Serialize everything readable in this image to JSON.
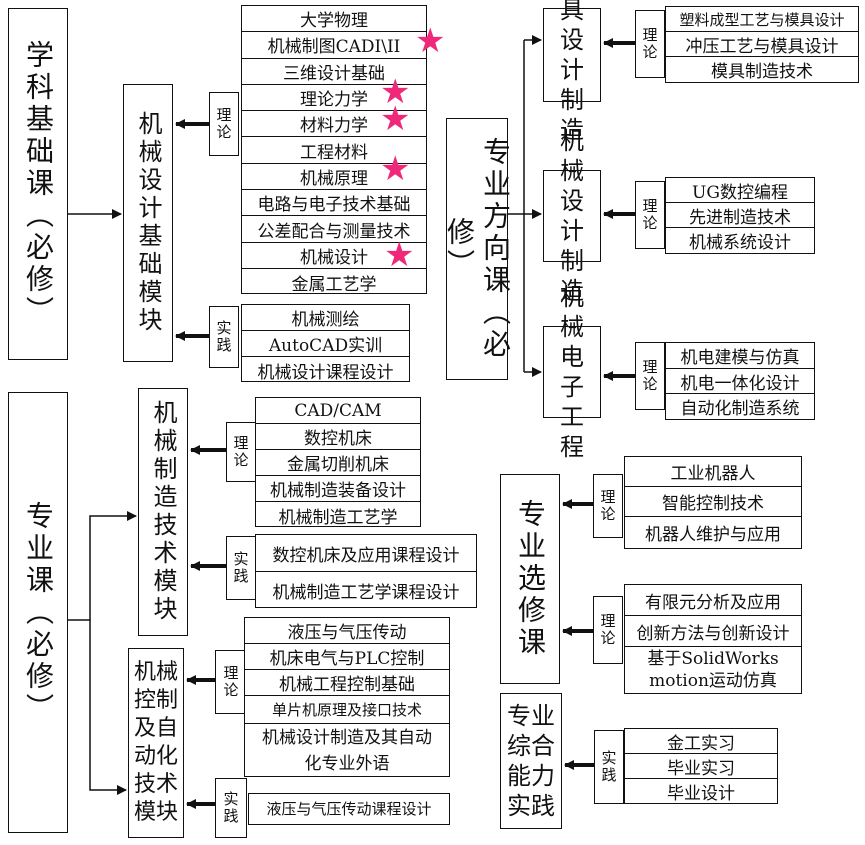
{
  "colors": {
    "line": "#111111",
    "star": "#f0287a"
  },
  "categories": {
    "basic": "学科基础课（必修）",
    "direction": "专业方向课（必修）",
    "professional": "专业课（必修）",
    "elective": "专业选修课",
    "practice": "专业综合能力实践"
  },
  "labels": {
    "theory": "理论",
    "practice": "实践"
  },
  "modules": {
    "design_base": "机械设计基础模块",
    "manufacturing": "机械制造技术模块",
    "control": "机械控制及自动化技术模块",
    "mold": "模具设计制造",
    "mech_design": "机械设计制造",
    "mechatronics": "机械电子工程"
  },
  "courses": {
    "design_base_theory": [
      "大学物理",
      "机械制图CADI\\II",
      "三维设计基础",
      "理论力学",
      "材料力学",
      "工程材料",
      "机械原理",
      "电路与电子技术基础",
      "公差配合与测量技术",
      "机械设计",
      "金属工艺学"
    ],
    "design_base_practice": [
      "机械测绘",
      "AutoCAD实训",
      "机械设计课程设计"
    ],
    "mfg_theory": [
      "CAD/CAM",
      "数控机床",
      "金属切削机床",
      "机械制造装备设计",
      "机械制造工艺学"
    ],
    "mfg_practice": [
      "数控机床及应用课程设计",
      "机械制造工艺学课程设计"
    ],
    "control_theory": [
      "液压与气压传动",
      "机床电气与PLC控制",
      "机械工程控制基础",
      "单片机原理及接口技术",
      "机械设计制造及其自动化专业外语"
    ],
    "control_practice": [
      "液压与气压传动课程设计"
    ],
    "mold_theory": [
      "塑料成型工艺与模具设计",
      "冲压工艺与模具设计",
      "模具制造技术"
    ],
    "mech_design_theory": [
      "UG数控编程",
      "先进制造技术",
      "机械系统设计"
    ],
    "mechatronics_theory": [
      "机电建模与仿真",
      "机电一体化设计",
      "自动化制造系统"
    ],
    "elective_group1": [
      "工业机器人",
      "智能控制技术",
      "机器人维护与应用"
    ],
    "elective_group2": [
      "有限元分析及应用",
      "创新方法与创新设计",
      "基于SolidWorks motion运动仿真"
    ],
    "practice_courses": [
      "金工实习",
      "毕业实习",
      "毕业设计"
    ]
  },
  "star_marks": [
    "机械制图CADI\\II",
    "理论力学",
    "材料力学",
    "机械原理",
    "机械设计"
  ]
}
